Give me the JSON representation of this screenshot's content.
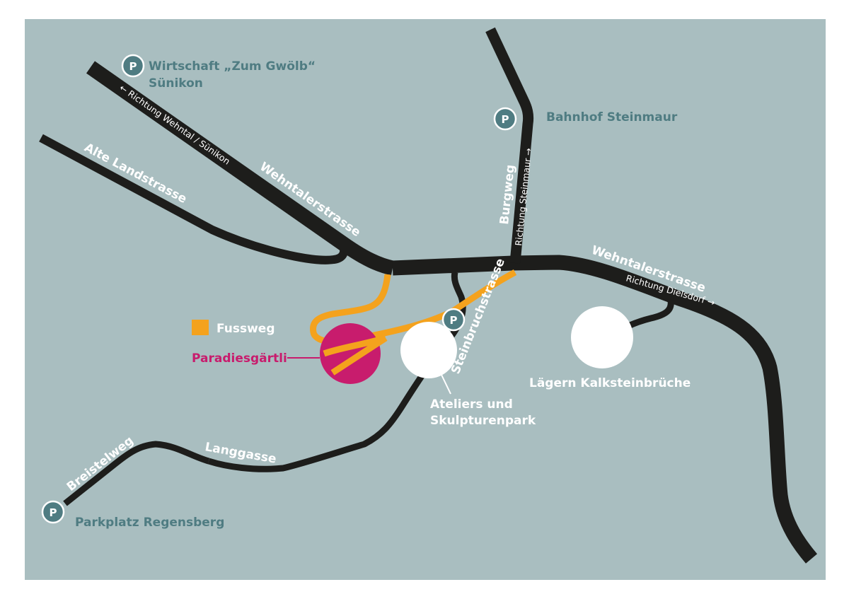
{
  "colors": {
    "background": "#a9bec0",
    "road": "#1d1d1b",
    "footpath": "#f4a21d",
    "paradies": "#c81c6d",
    "parking": "#4f7c82",
    "place_text": "#4f7c82",
    "white": "#ffffff"
  },
  "parking_symbol": "P",
  "parking": {
    "wirtschaft_line1": "Wirtschaft „Zum Gwölb“",
    "wirtschaft_line2": "Sünikon",
    "bahnhof": "Bahnhof Steinmaur",
    "regensberg": "Parkplatz Regensberg"
  },
  "roads": {
    "wehntalerstrasse_west": "Wehntalerstrasse",
    "wehntalerstrasse_east": "Wehntalerstrasse",
    "alte_landstrasse": "Alte Landstrasse",
    "burgweg": "Burgweg",
    "steinbruchstrasse": "Steinbruchstrasse",
    "langgasse": "Langgasse",
    "breistelweg": "Breistelweg"
  },
  "directions": {
    "wehntal": "← Richtung Wehntal / Sünikon",
    "steinmaur": "Richtung Steinmaur →",
    "dielsdorf": "Richtung Dielsdorf →"
  },
  "legend": {
    "fussweg": "Fussweg"
  },
  "places": {
    "paradiesgaertli": "Paradiesgärtli",
    "ateliers_line1": "Ateliers und",
    "ateliers_line2": "Skulpturenpark",
    "laegern": "Lägern Kalksteinbrüche"
  }
}
